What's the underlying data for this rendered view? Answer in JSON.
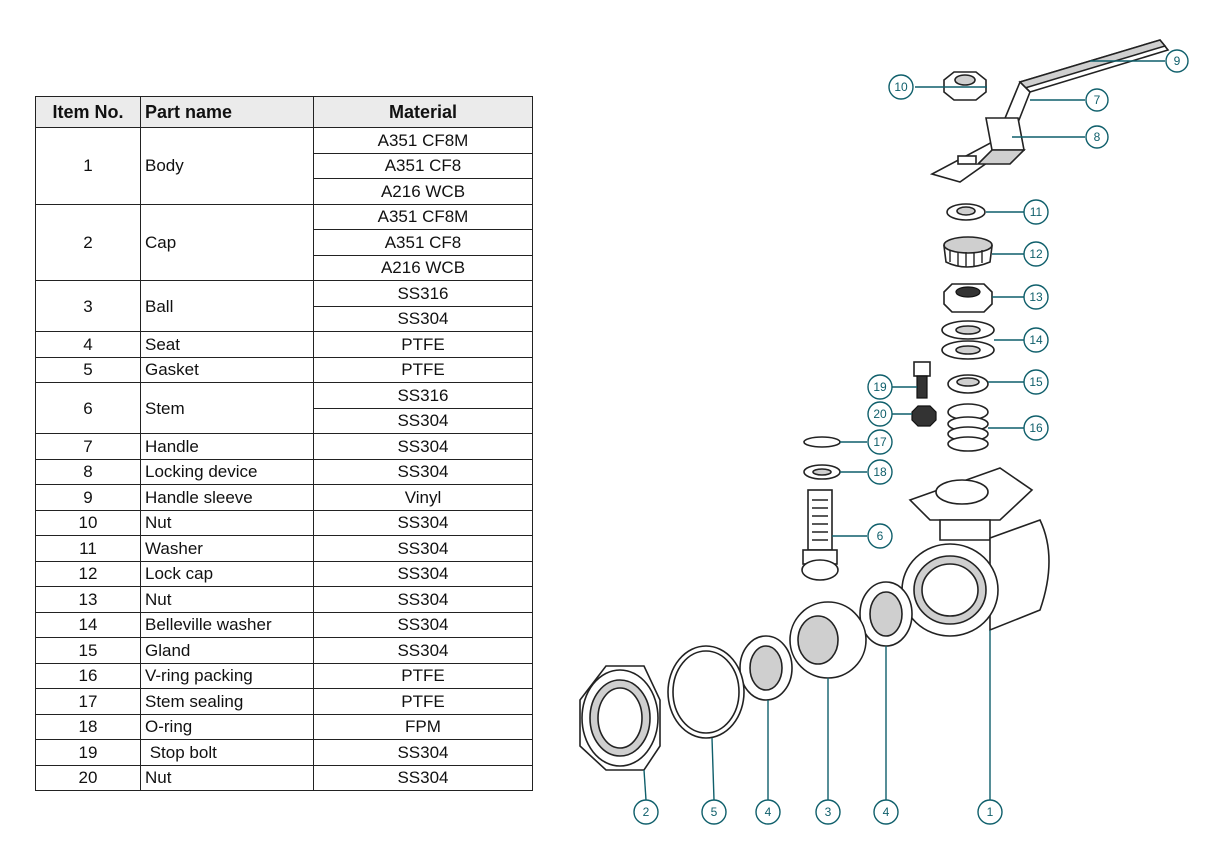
{
  "table": {
    "headers": {
      "item_no": "Item No.",
      "part_name": "Part name",
      "material": "Material"
    },
    "rows": [
      {
        "no": "1",
        "name": "Body",
        "materials": [
          "A351 CF8M",
          "A351 CF8",
          "A216 WCB"
        ]
      },
      {
        "no": "2",
        "name": "Cap",
        "materials": [
          "A351 CF8M",
          "A351 CF8",
          "A216 WCB"
        ]
      },
      {
        "no": "3",
        "name": "Ball",
        "materials": [
          "SS316",
          "SS304"
        ]
      },
      {
        "no": "4",
        "name": "Seat",
        "materials": [
          "PTFE"
        ]
      },
      {
        "no": "5",
        "name": "Gasket",
        "materials": [
          "PTFE"
        ]
      },
      {
        "no": "6",
        "name": "Stem",
        "materials": [
          "SS316",
          "SS304"
        ]
      },
      {
        "no": "7",
        "name": "Handle",
        "materials": [
          "SS304"
        ]
      },
      {
        "no": "8",
        "name": "Locking device",
        "materials": [
          "SS304"
        ]
      },
      {
        "no": "9",
        "name": "Handle sleeve",
        "materials": [
          "Vinyl"
        ]
      },
      {
        "no": "10",
        "name": "Nut",
        "materials": [
          "SS304"
        ]
      },
      {
        "no": "11",
        "name": "Washer",
        "materials": [
          "SS304"
        ]
      },
      {
        "no": "12",
        "name": "Lock cap",
        "materials": [
          "SS304"
        ]
      },
      {
        "no": "13",
        "name": "Nut",
        "materials": [
          "SS304"
        ]
      },
      {
        "no": "14",
        "name": "Belleville washer",
        "materials": [
          "SS304"
        ]
      },
      {
        "no": "15",
        "name": "Gland",
        "materials": [
          "SS304"
        ]
      },
      {
        "no": "16",
        "name": "V-ring packing",
        "materials": [
          "PTFE"
        ]
      },
      {
        "no": "17",
        "name": "Stem sealing",
        "materials": [
          "PTFE"
        ]
      },
      {
        "no": "18",
        "name": "O-ring",
        "materials": [
          "FPM"
        ]
      },
      {
        "no": "19",
        "name": " Stop bolt",
        "materials": [
          "SS304"
        ]
      },
      {
        "no": "20",
        "name": "Nut",
        "materials": [
          "SS304"
        ]
      }
    ]
  },
  "diagram": {
    "callouts": [
      "9",
      "10",
      "7",
      "8",
      "11",
      "12",
      "13",
      "14",
      "15",
      "19",
      "16",
      "20",
      "17",
      "18",
      "6",
      "2",
      "5",
      "4",
      "3",
      "4",
      "1"
    ],
    "accent_color": "#0f5f6b"
  }
}
